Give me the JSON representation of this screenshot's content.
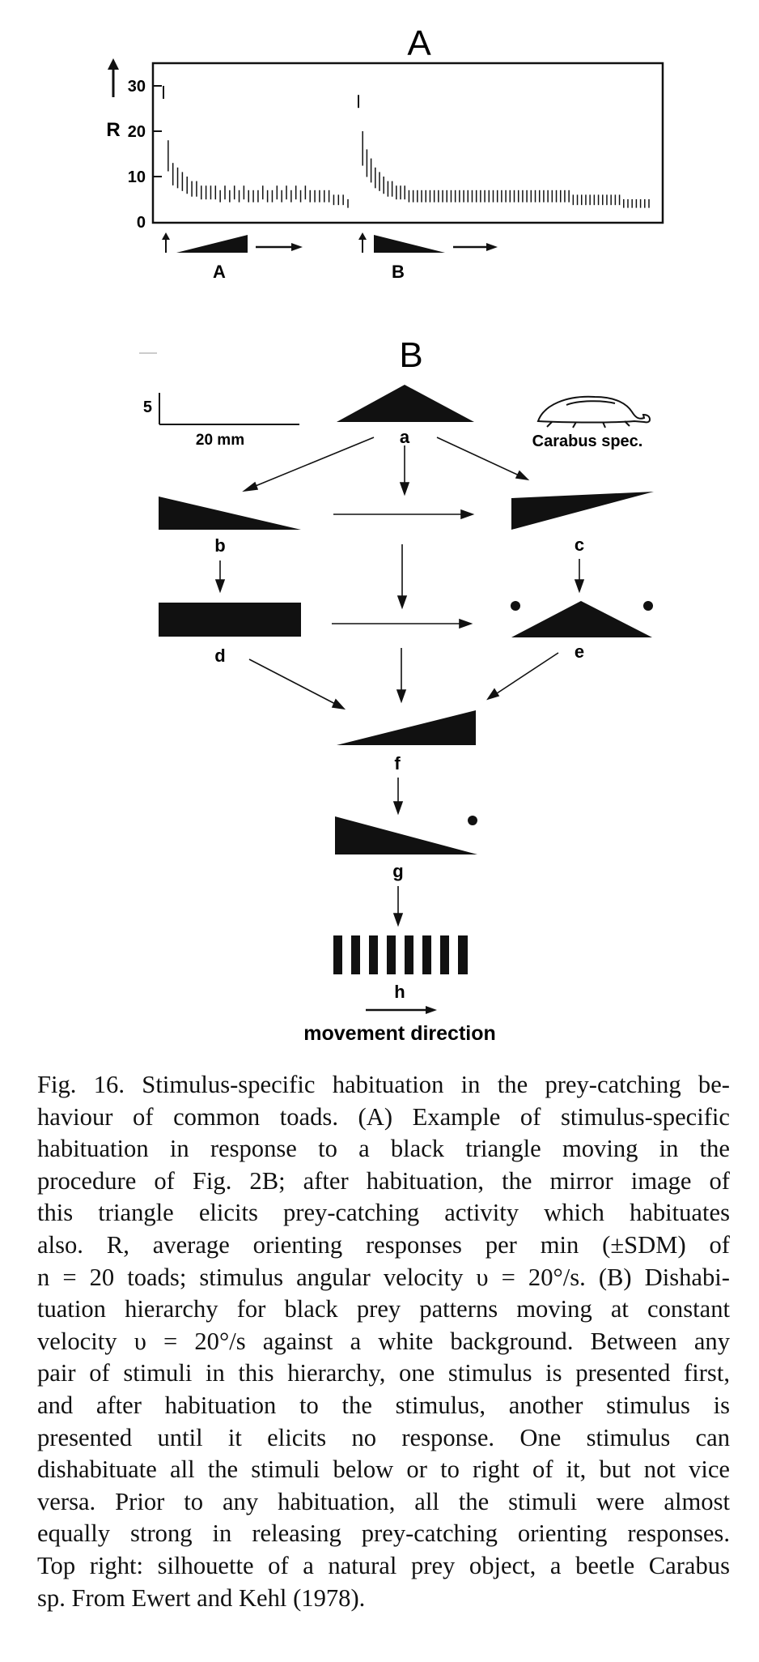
{
  "panelA": {
    "label": "A",
    "ylabel": "R",
    "yticks": [
      "30",
      "20",
      "10",
      "0"
    ],
    "stimulus_labels": [
      "A",
      "B"
    ]
  },
  "chart_data": {
    "type": "bar",
    "title": "A",
    "ylabel": "R",
    "ylim": [
      0,
      35
    ],
    "yticks": [
      0,
      10,
      20,
      30
    ],
    "grid": false,
    "series": [
      {
        "name": "A",
        "values": [
          30,
          18,
          13,
          12,
          11,
          10,
          9,
          9,
          8,
          8,
          8,
          8,
          7,
          8,
          7,
          8,
          7,
          8,
          7,
          7,
          7,
          8,
          7,
          7,
          8,
          7,
          8,
          7,
          8,
          7,
          8,
          7,
          7,
          7,
          7,
          7,
          6,
          6,
          6,
          5
        ]
      },
      {
        "name": "B",
        "values": [
          28,
          20,
          16,
          14,
          12,
          11,
          10,
          9,
          9,
          8,
          8,
          8,
          7,
          7,
          7,
          7,
          7,
          7,
          7,
          7,
          7,
          7,
          7,
          7,
          7,
          7,
          7,
          7,
          7,
          7,
          7,
          7,
          7,
          7,
          7,
          7,
          7,
          7,
          7,
          7,
          7,
          7,
          7,
          7,
          7,
          7,
          7,
          7,
          7,
          7,
          7,
          6,
          6,
          6,
          6,
          6,
          6,
          6,
          6,
          6,
          6,
          6,
          6,
          5,
          5,
          5,
          5,
          5,
          5,
          5
        ]
      }
    ]
  },
  "panelB": {
    "label": "B",
    "scale_v": "5",
    "scale_h": "20 mm",
    "beetle_label": "Carabus spec.",
    "stimuli": [
      "a",
      "b",
      "c",
      "d",
      "e",
      "f",
      "g",
      "h"
    ],
    "movement_label": "movement direction"
  },
  "caption": {
    "lines": [
      "Fig. 16. Stimulus-specific habituation in the prey-catching be-",
      "haviour of common toads. (A) Example of stimulus-specific",
      "habituation in response to a black triangle moving in the",
      "procedure of Fig. 2B; after habituation, the mirror image of",
      "this triangle elicits prey-catching activity which habituates",
      "also. R, average orienting responses per min (±SDM) of",
      "n = 20 toads; stimulus angular velocity υ = 20°/s. (B) Dishabi-",
      "tuation hierarchy for black prey patterns moving at constant",
      "velocity υ = 20°/s against a white background. Between any",
      "pair of stimuli in this hierarchy, one stimulus is presented first,",
      "and after habituation to the stimulus, another stimulus is",
      "presented until it elicits no response. One stimulus can",
      "dishabituate all the stimuli below or to right of it, but not vice",
      "versa. Prior to any habituation, all the stimuli were almost",
      "equally strong in releasing prey-catching orienting responses.",
      "Top right: silhouette of a natural prey object, a beetle Carabus",
      "sp. From Ewert and Kehl (1978)."
    ]
  }
}
